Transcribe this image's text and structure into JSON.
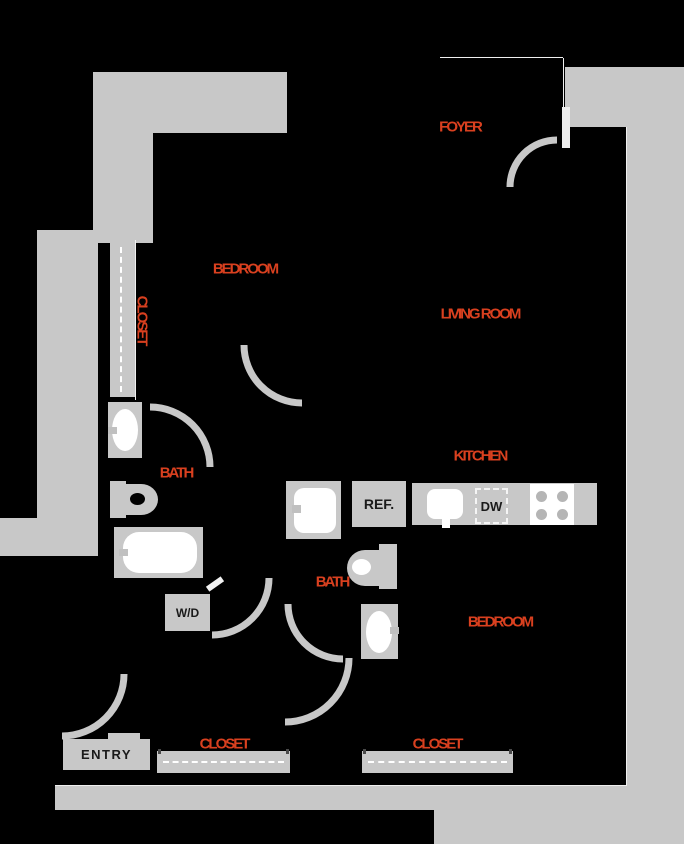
{
  "plan": {
    "room_labels": {
      "foyer": "FOYER",
      "bedroom1": "BEDROOM",
      "living_room": "LIVING ROOM",
      "kitchen": "KITCHEN",
      "bath1": "BATH",
      "bath2": "BATH",
      "bedroom2": "BEDROOM",
      "closet1": "CLOSET",
      "closet2": "CLOSET",
      "closet_vertical": "CLOSET"
    },
    "fixture_labels": {
      "washer_dryer": "W/D",
      "refrigerator": "REF.",
      "dishwasher": "DW"
    },
    "entry_label": "ENTRY",
    "icons": {
      "bathtub": "tub outline",
      "toilet": "tank-and-bowl",
      "sink": "oval basin",
      "shower": "rounded stall",
      "stove": "four burners",
      "closet_rod": "dashed shelf line",
      "door_swing": "quarter-circle arc"
    },
    "colors": {
      "background": "#000000",
      "exterior": "#c8c8c8",
      "fixture_gray": "#c8c8c8",
      "fixture_white": "#ffffff",
      "label_red": "#d9401f",
      "label_black": "#1a1a1a"
    }
  }
}
